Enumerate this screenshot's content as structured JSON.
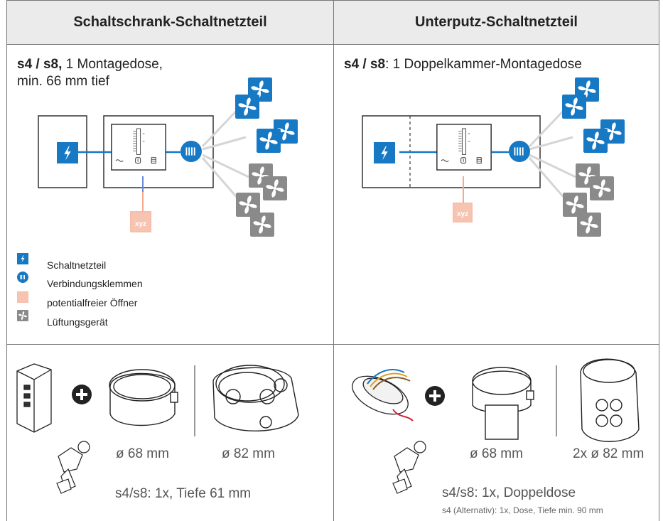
{
  "left": {
    "header": "Schaltschrank-Schaltnetzteil",
    "intro_bold": "s4 / s8,",
    "intro_text": "1 Montagedose,",
    "intro_text2": "min. 66 mm tief",
    "contact_label": "xyz",
    "legend": [
      {
        "icon": "lightning-icon",
        "label": "Schaltnetzteil"
      },
      {
        "icon": "terminal-icon",
        "label": "Verbindungsklemmen"
      },
      {
        "icon": "xyz-icon",
        "label": "potentialfreier Öffner"
      },
      {
        "icon": "fan-icon",
        "label": "Lüftungsgerät"
      }
    ],
    "box1_size": "ø 68 mm",
    "box2_size": "ø 82 mm",
    "summary": "s4/s8: 1x, Tiefe 61 mm"
  },
  "right": {
    "header": "Unterputz-Schaltnetzteil",
    "intro_bold": "s4 / s8",
    "intro_text": ": 1 Doppelkammer-Montagedose",
    "contact_label": "xyz",
    "box1_size": "ø 68 mm",
    "box2_size": "2x ø 82 mm",
    "summary": "s4/s8: 1x, Doppeldose",
    "summary_alt": "s4 (Alternativ): 1x, Dose, Tiefe min. 90 mm"
  },
  "colors": {
    "blue": "#1778c4",
    "fan_gray": "#8a8a8a",
    "salmon": "#f7c4b2",
    "header_bg": "#ebebeb"
  }
}
